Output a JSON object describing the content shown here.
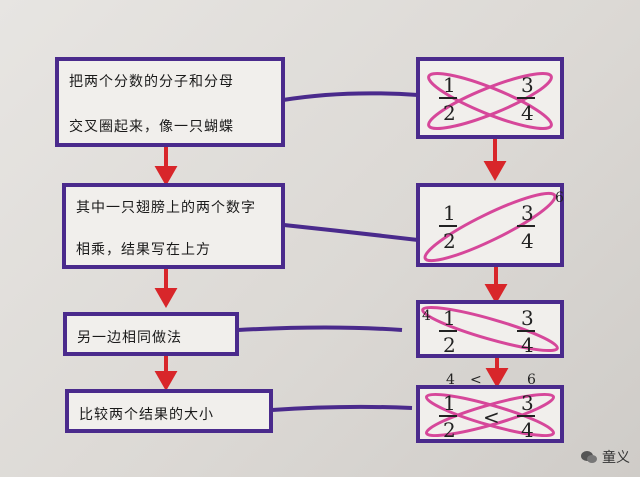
{
  "steps": [
    {
      "line1": "把两个分数的分子和分母",
      "line2": "交叉圈起来，像一只蝴蝶"
    },
    {
      "line1": "其中一只翅膀上的两个数字",
      "line2": "相乘，结果写在上方"
    },
    {
      "line1": "另一边相同做法"
    },
    {
      "line1": "比较两个结果的大小"
    }
  ],
  "examples": [
    {
      "n1": "1",
      "d1": "2",
      "n2": "3",
      "d2": "4"
    },
    {
      "n1": "1",
      "d1": "2",
      "n2": "3",
      "d2": "4",
      "product_right": "6"
    },
    {
      "n1": "1",
      "d1": "2",
      "n2": "3",
      "d2": "4",
      "product_left": "4"
    },
    {
      "n1": "1",
      "d1": "2",
      "n2": "3",
      "d2": "4",
      "product_left": "4",
      "product_right": "6",
      "top_compare": "<",
      "compare": "<"
    }
  ],
  "watermark": "童义",
  "colors": {
    "border": "#4a2a8c",
    "arrow": "#d8262a",
    "loop": "#d6479a"
  }
}
